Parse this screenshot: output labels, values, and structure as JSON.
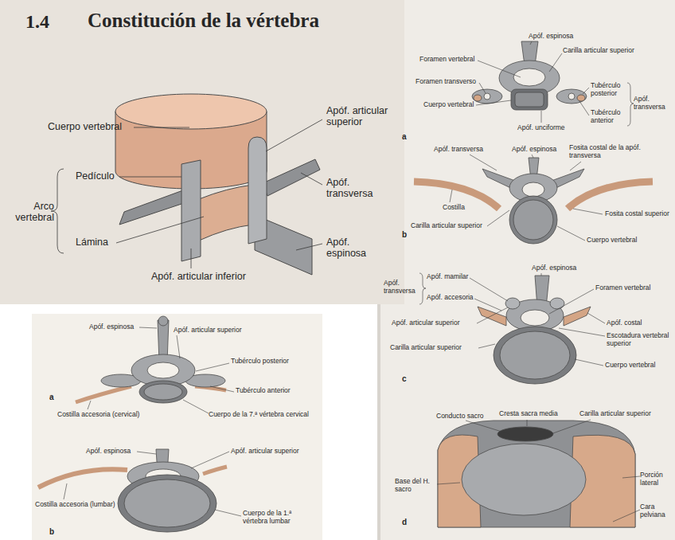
{
  "diagram": {
    "title": "Constitución de la vértebra",
    "labels": [
      "1.4",
      "Cuerpo vertebral",
      "Pedículo",
      "Arco vertebral",
      "Lámina",
      "Apóf. articular superior",
      "Apóf. transversa",
      "Apóf. espinosa",
      "Apóf. articular inferior",
      "Apóf. espinosa",
      "Carilla articular superior",
      "Foramen vertebral",
      "Foramen transverso",
      "Cuerpo vertebral",
      "Tubérculo posterior",
      "Tubérculo anterior",
      "Apóf. transversa",
      "Apóf. unciforme",
      "a",
      "Apóf. transversa",
      "Apóf. espinosa",
      "Fosita costal de la apóf. transversa",
      "Costilla",
      "Fosita costal superior",
      "Carilla articular superior",
      "b",
      "Cuerpo vertebral",
      "Apóf. espinosa",
      "Apóf. transversa",
      "Apóf. mamilar",
      "Apóf. accesoria",
      "Foramen vertebral",
      "Apóf. articular superior",
      "Apóf. costal",
      "Carilla articular superior",
      "Escotadura vertebral superior",
      "Cuerpo vertebral",
      "c",
      "Conducto sacro",
      "Cresta sacra media",
      "Carilla articular superior",
      "Base del H. sacro",
      "Porción lateral",
      "Cara pelviana",
      "d",
      "Apóf. espinosa",
      "Apóf. articular superior",
      "Tubérculo posterior",
      "Tubérculo anterior",
      "a",
      "Costilla accesoria (cervical)",
      "Cuerpo de la 7.ª vértebra cervical",
      "Apóf. espinosa",
      "Apóf. articular superior",
      "Costilla accesoria (lumbar)",
      "Cuerpo de la 1.ª vértebra lumbar",
      "b"
    ]
  }
}
